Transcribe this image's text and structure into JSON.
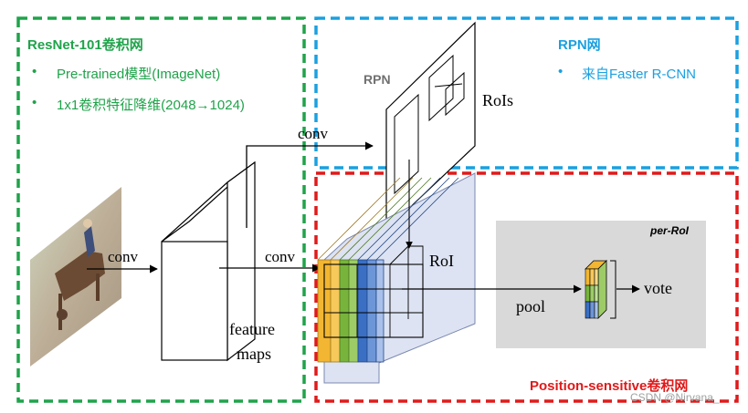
{
  "sections": {
    "resnet": {
      "title": "ResNet-101卷积网",
      "bullets": [
        "Pre-trained模型(ImageNet)",
        "1x1卷积特征降维(2048→1024)"
      ]
    },
    "rpn": {
      "title": "RPN网",
      "bullets": [
        "来自Faster R-CNN"
      ]
    },
    "psroi": {
      "title": "Position-sensitive卷积网"
    }
  },
  "diagram": {
    "labels": {
      "conv_input": "conv",
      "conv_top": "conv",
      "conv_mid": "conv",
      "rpn": "RPN",
      "rois": "RoIs",
      "roi": "RoI",
      "pool": "pool",
      "vote": "vote",
      "per_roi": "per-RoI",
      "feature_maps_line1": "feature",
      "feature_maps_line2": "maps"
    }
  },
  "watermark": "CSDN @Nirvana_",
  "colors": {
    "green": "#1fa34a",
    "blue": "#1aa0e0",
    "red": "#e01a1a",
    "map_orange": "#f2b632",
    "map_green": "#78b43c",
    "map_blue": "#3a6fc4",
    "panel_gray": "#d9d9d9"
  }
}
